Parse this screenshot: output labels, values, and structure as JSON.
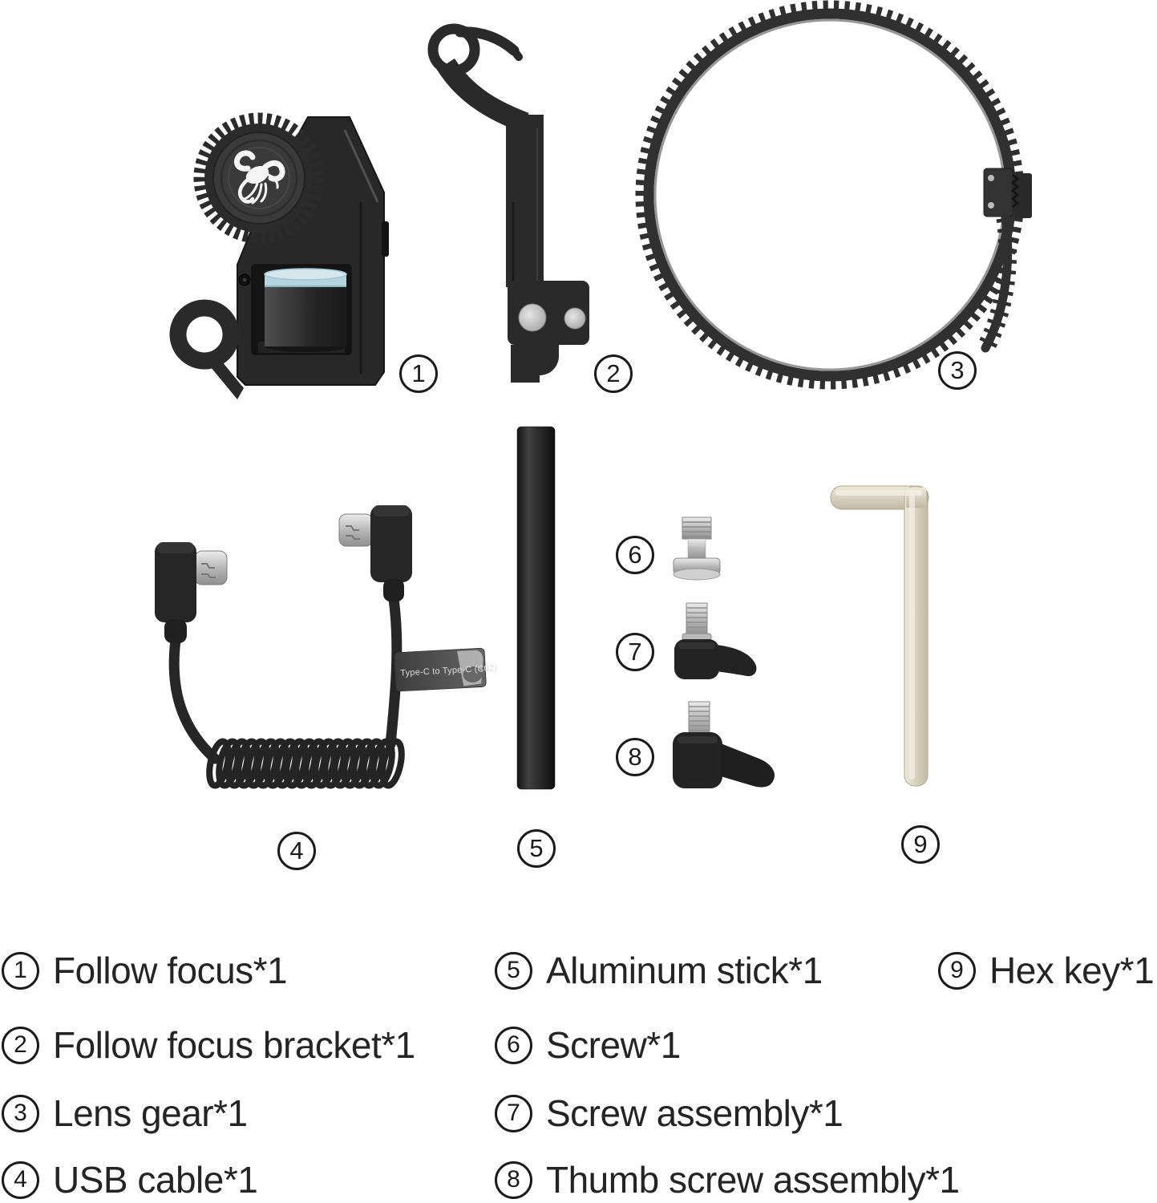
{
  "items": [
    {
      "number": "1",
      "label": "Follow focus*1"
    },
    {
      "number": "2",
      "label": "Follow focus bracket*1"
    },
    {
      "number": "3",
      "label": "Lens gear*1"
    },
    {
      "number": "4",
      "label": "USB cable*1"
    },
    {
      "number": "5",
      "label": "Aluminum stick*1"
    },
    {
      "number": "6",
      "label": "Screw*1"
    },
    {
      "number": "7",
      "label": "Screw assembly*1"
    },
    {
      "number": "8",
      "label": "Thumb screw assembly*1"
    },
    {
      "number": "9",
      "label": "Hex key*1"
    }
  ],
  "cable_tag_text": "Type-C to Type-C (C02)",
  "icons": {
    "logo": "scorpion-logo"
  },
  "colors": {
    "background": "#ffffff",
    "part_black": "#2a2a2a",
    "metal_silver": "#c9c9c9",
    "motor_band_blue": "#b5d3de",
    "hex_key_champagne": "#d9d1c1",
    "text": "#242424"
  }
}
